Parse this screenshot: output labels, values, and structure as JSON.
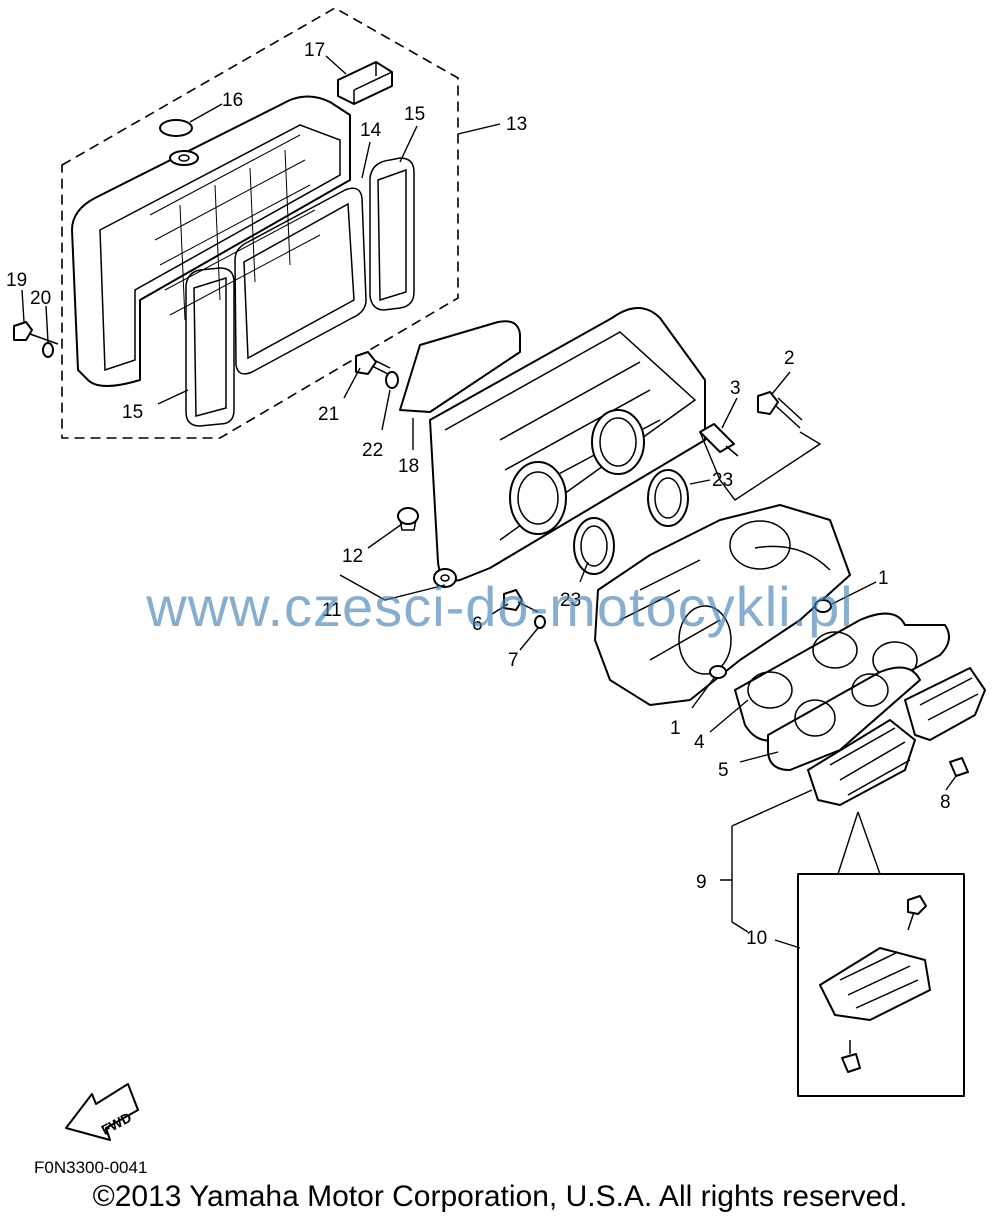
{
  "labels": {
    "p1": "1",
    "p2": "2",
    "p3": "3",
    "p4": "4",
    "p5": "5",
    "p6": "6",
    "p7": "7",
    "p8": "8",
    "p9": "9",
    "p10": "10",
    "p11": "11",
    "p12": "12",
    "p13": "13",
    "p14": "14",
    "p15": "15",
    "p16": "16",
    "p17": "17",
    "p18": "18",
    "p19": "19",
    "p20": "20",
    "p21": "21",
    "p22": "22",
    "p23": "23"
  },
  "fwd_label": "FWD",
  "watermark": "www.czesci-do-motocykli.pl",
  "diagram_code": "F0N3300-0041",
  "copyright": "©2013 Yamaha Motor Corporation, U.S.A. All rights reserved."
}
